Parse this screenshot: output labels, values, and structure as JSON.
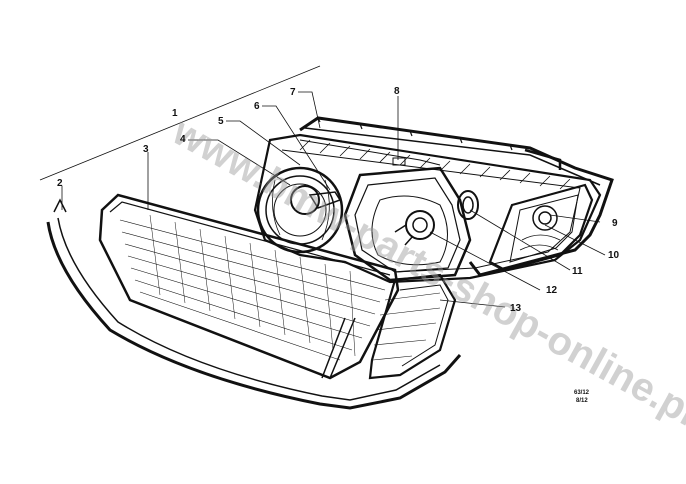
{
  "diagram": {
    "callouts": [
      "1",
      "2",
      "3",
      "4",
      "5",
      "6",
      "7",
      "8",
      "9",
      "10",
      "11",
      "12",
      "13"
    ],
    "codes": [
      "63/12",
      "8/12"
    ],
    "watermark": "www.bmw-parts-shop-online.pl"
  },
  "colors": {
    "ink": "#111111",
    "paper": "#ffffff",
    "watermark": "#9a9a9a"
  }
}
